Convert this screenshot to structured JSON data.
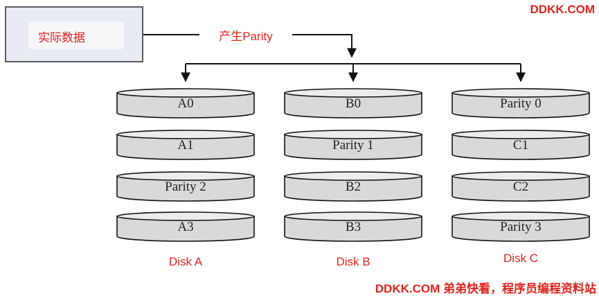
{
  "source": {
    "label": "实际数据"
  },
  "edge_label": "产生Parity",
  "columns": [
    {
      "name": "Disk A",
      "blocks": [
        "A0",
        "A1",
        "Parity 2",
        "A3"
      ]
    },
    {
      "name": "Disk B",
      "blocks": [
        "B0",
        "Parity 1",
        "B2",
        "B3"
      ]
    },
    {
      "name": "Disk C",
      "blocks": [
        "Parity 0",
        "C1",
        "C2",
        "Parity 3"
      ]
    }
  ],
  "watermark": {
    "top": "DDKK.COM",
    "bottom": "DDKK.COM 弟弟快看，程序员编程资料站"
  },
  "colors": {
    "accent": "#e0241c",
    "disk_fill": "#d9d9d9",
    "disk_top": "#ececec",
    "outline": "#111111"
  }
}
